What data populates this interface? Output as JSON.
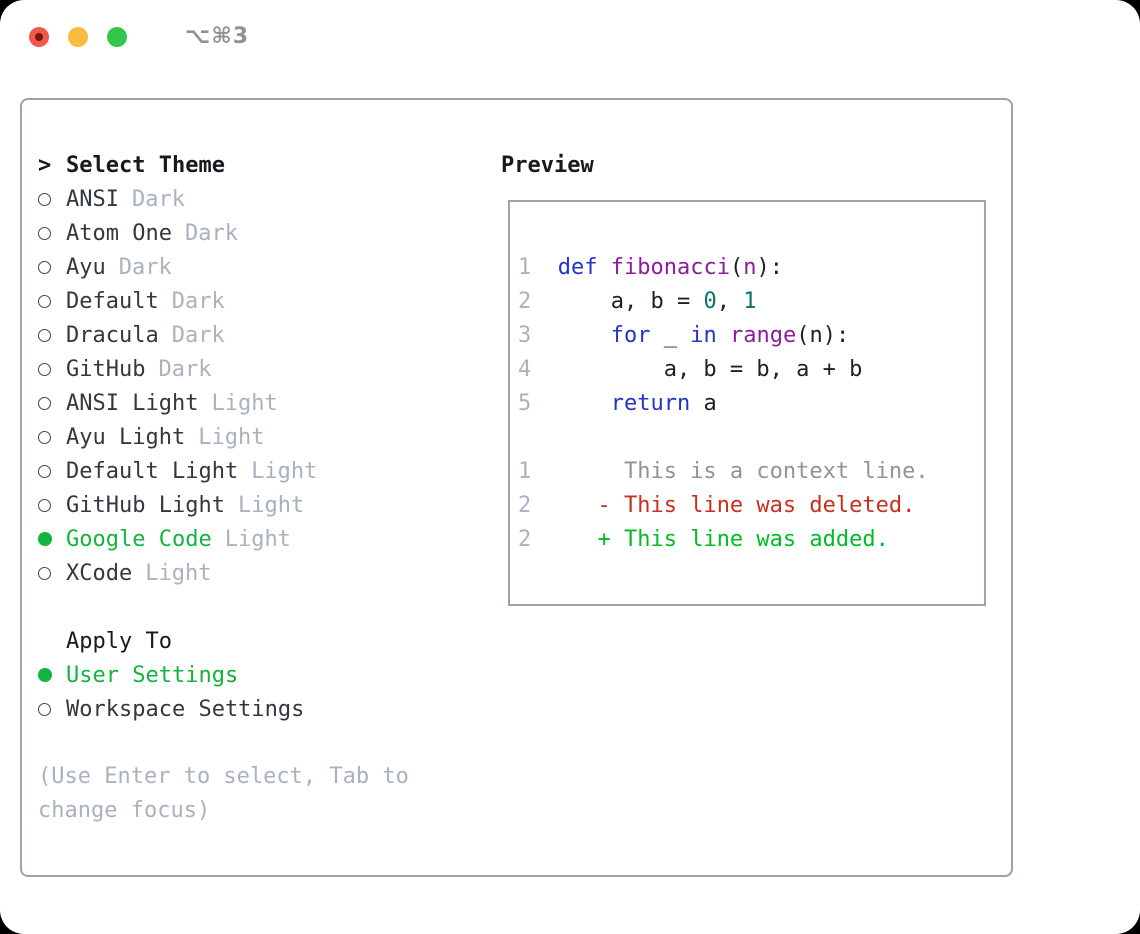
{
  "colors": {
    "accent_green": "#13b43e",
    "border_gray": "#9ba3ad",
    "text_dark": "#33383e",
    "muted_gray": "#a9b2bd",
    "heading_black": "#17191c",
    "keyword_blue": "#2433cc",
    "function_purple": "#8b1d9c",
    "number_teal": "#0e7070",
    "diff_context_gray": "#8f9499",
    "diff_deleted_red": "#c82f1f",
    "diff_added_green": "#00bd26",
    "traffic_close_red": "#f4574e",
    "traffic_close_dot": "#7a1508",
    "traffic_minimize_yellow": "#f7bc40",
    "traffic_zoom_green": "#33c749"
  },
  "titlebar": {
    "shortcut": "⌥⌘3"
  },
  "theme_panel": {
    "header": {
      "arrow": ">",
      "title": "Select Theme"
    },
    "themes": [
      {
        "label": "ANSI",
        "tag": "Dark",
        "selected": false
      },
      {
        "label": "Atom One",
        "tag": "Dark",
        "selected": false
      },
      {
        "label": "Ayu",
        "tag": "Dark",
        "selected": false
      },
      {
        "label": "Default",
        "tag": "Dark",
        "selected": false
      },
      {
        "label": "Dracula",
        "tag": "Dark",
        "selected": false
      },
      {
        "label": "GitHub",
        "tag": "Dark",
        "selected": false
      },
      {
        "label": "ANSI Light",
        "tag": "Light",
        "selected": false
      },
      {
        "label": "Ayu Light",
        "tag": "Light",
        "selected": false
      },
      {
        "label": "Default Light",
        "tag": "Light",
        "selected": false
      },
      {
        "label": "GitHub Light",
        "tag": "Light",
        "selected": false
      },
      {
        "label": "Google Code",
        "tag": "Light",
        "selected": true
      },
      {
        "label": "XCode",
        "tag": "Light",
        "selected": false
      }
    ],
    "apply_to": {
      "title": "Apply To",
      "options": [
        {
          "label": "User Settings",
          "selected": true
        },
        {
          "label": "Workspace Settings",
          "selected": false
        }
      ]
    },
    "hint": "(Use Enter to select, Tab to change focus)"
  },
  "preview": {
    "title": "Preview",
    "lines": [
      {
        "segments": [
          {
            "c": "lineno",
            "t": "1"
          },
          {
            "c": "plain",
            "t": "  "
          },
          {
            "c": "kw",
            "t": "def"
          },
          {
            "c": "plain",
            "t": " "
          },
          {
            "c": "fn",
            "t": "fibonacci"
          },
          {
            "c": "plain",
            "t": "("
          },
          {
            "c": "fn",
            "t": "n"
          },
          {
            "c": "plain",
            "t": "):"
          }
        ]
      },
      {
        "segments": [
          {
            "c": "lineno",
            "t": "2"
          },
          {
            "c": "plain",
            "t": "      a, b = "
          },
          {
            "c": "num",
            "t": "0"
          },
          {
            "c": "plain",
            "t": ", "
          },
          {
            "c": "num",
            "t": "1"
          }
        ]
      },
      {
        "segments": [
          {
            "c": "lineno",
            "t": "3"
          },
          {
            "c": "plain",
            "t": "      "
          },
          {
            "c": "kw",
            "t": "for"
          },
          {
            "c": "plain",
            "t": " _ "
          },
          {
            "c": "kw",
            "t": "in"
          },
          {
            "c": "plain",
            "t": " "
          },
          {
            "c": "fn",
            "t": "range"
          },
          {
            "c": "plain",
            "t": "(n):"
          }
        ]
      },
      {
        "segments": [
          {
            "c": "lineno",
            "t": "4"
          },
          {
            "c": "plain",
            "t": "          a, b = b, a + b"
          }
        ]
      },
      {
        "segments": [
          {
            "c": "lineno",
            "t": "5"
          },
          {
            "c": "plain",
            "t": "      "
          },
          {
            "c": "kw",
            "t": "return"
          },
          {
            "c": "plain",
            "t": " a"
          }
        ]
      },
      {
        "segments": []
      },
      {
        "segments": [
          {
            "c": "lineno",
            "t": "1"
          },
          {
            "c": "ctx",
            "t": "       This is a context line."
          }
        ]
      },
      {
        "segments": [
          {
            "c": "lineno",
            "t": "2"
          },
          {
            "c": "plain",
            "t": "     "
          },
          {
            "c": "del",
            "t": "- This line was deleted."
          }
        ]
      },
      {
        "segments": [
          {
            "c": "lineno",
            "t": "2"
          },
          {
            "c": "plain",
            "t": "     "
          },
          {
            "c": "add",
            "t": "+ This line was added."
          }
        ]
      }
    ]
  }
}
